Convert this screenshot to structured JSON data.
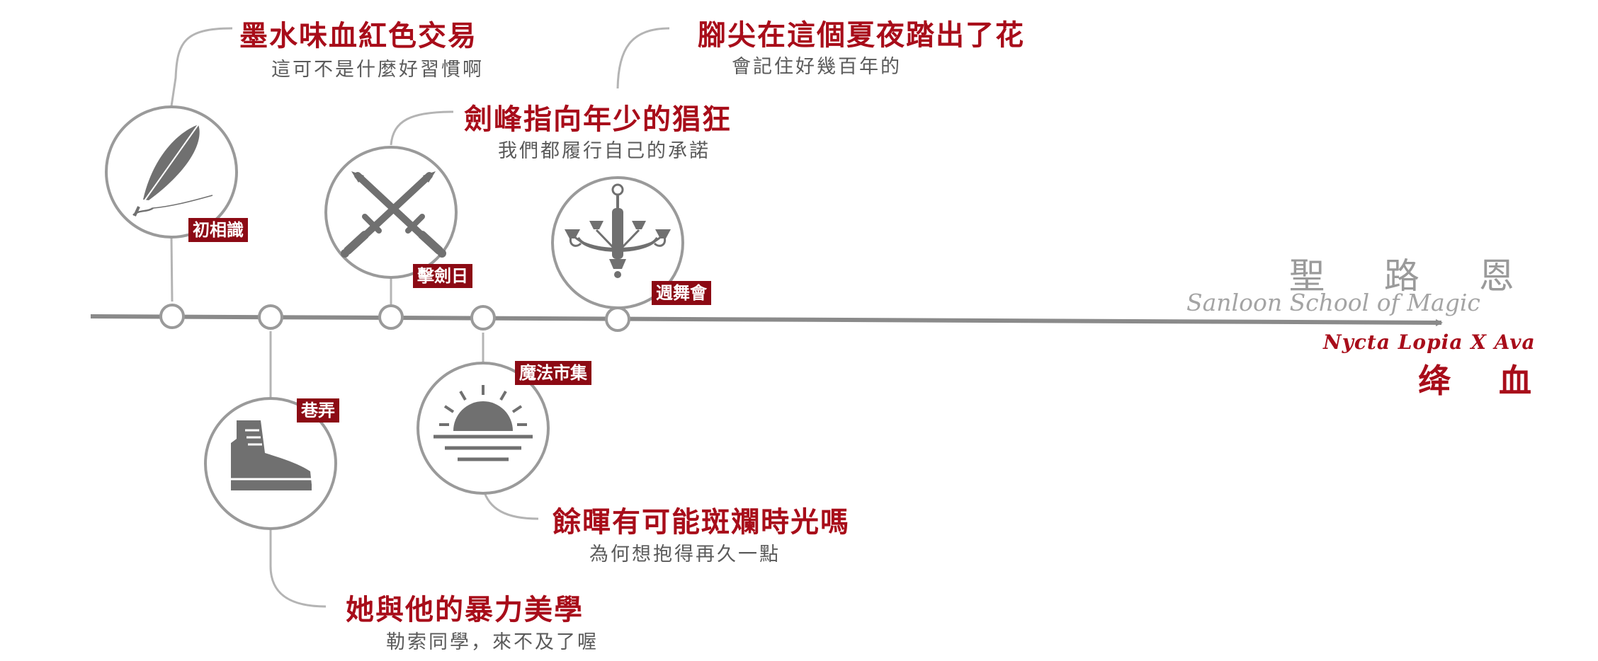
{
  "colors": {
    "accent": "#a80d1a",
    "tag_bg": "#8c0a14",
    "line": "#8a8a8a",
    "icon": "#6e6e6e",
    "subtitle": "#5a5a5a"
  },
  "events": [
    {
      "tag": "初相識",
      "title": "墨水味血紅色交易",
      "subtitle": "這可不是什麼好習慣啊",
      "icon": "quill-icon"
    },
    {
      "tag": "巷弄",
      "title": "她與他的暴力美學",
      "subtitle": "勒索同學，來不及了喔",
      "icon": "boot-icon"
    },
    {
      "tag": "擊劍日",
      "title": "劍峰指向年少的猖狂",
      "subtitle": "我們都履行自己的承諾",
      "icon": "crossed-swords-icon"
    },
    {
      "tag": "魔法市集",
      "title": "餘暉有可能斑斕時光嗎",
      "subtitle": "為何想抱得再久一點",
      "icon": "sunset-icon"
    },
    {
      "tag": "週舞會",
      "title": "腳尖在這個夏夜踏出了花",
      "subtitle": "會記住好幾百年的",
      "icon": "chandelier-icon"
    }
  ],
  "school": {
    "name": "聖 路 恩",
    "name_en": "Sanloon School of Magic"
  },
  "credit": "Nycta Lopia X Ava",
  "story_title": "绛 血"
}
